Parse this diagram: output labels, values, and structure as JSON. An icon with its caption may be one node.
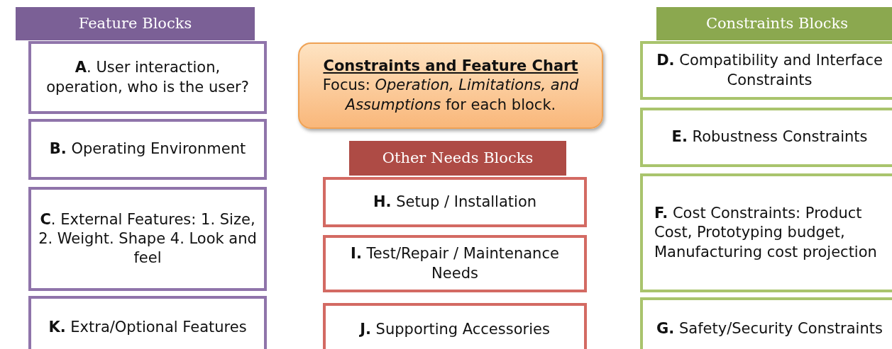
{
  "diagram": {
    "nodes": [
      {
        "text": [
          "Feature Blocks"
        ]
      },
      {
        "text": [
          "**A**. User interaction, operation, who is the user?"
        ]
      },
      {
        "text": [
          "**B.** Operating Environment"
        ]
      },
      {
        "text": [
          "**C**. External Features: 1. Size, 2. Weight. Shape 4. Look and feel"
        ]
      },
      {
        "text": [
          "**K.** Extra/Optional Features"
        ]
      },
      {
        "text": [
          "Constraints and Feature Chart",
          "Focus: *Operation, Limitations, and Assumptions* for each block."
        ]
      },
      {
        "text": [
          "Other Needs Blocks"
        ]
      },
      {
        "text": [
          "**H.** Setup / Installation"
        ]
      },
      {
        "text": [
          "**I.** Test/Repair / Maintenance Needs"
        ]
      },
      {
        "text": [
          "**J.** Supporting Accessories"
        ]
      },
      {
        "text": [
          "Constraints Blocks"
        ]
      },
      {
        "text": [
          "**D.** Compatibility and Interface Constraints"
        ]
      },
      {
        "text": [
          "**E.** Robustness Constraints"
        ]
      },
      {
        "text": [
          "**F.** Cost Constraints: Product Cost, Prototyping budget, Manufacturing cost projection"
        ]
      },
      {
        "text": [
          "**G.** Safety/Security Constraints"
        ]
      }
    ]
  }
}
